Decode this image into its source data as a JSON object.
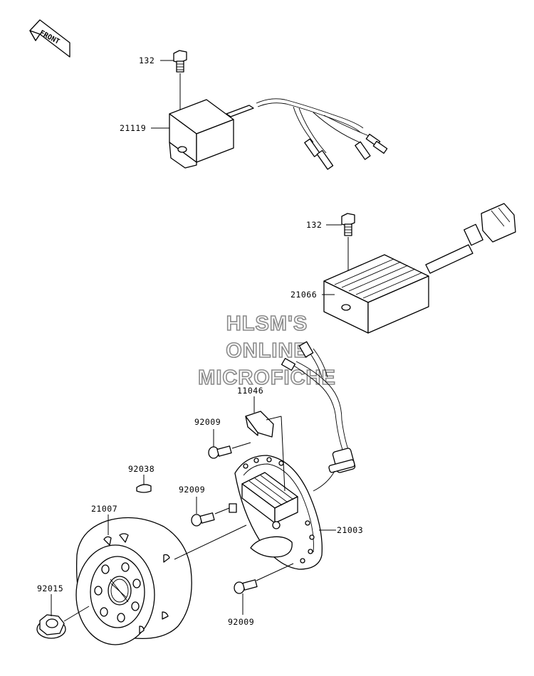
{
  "front_arrow": {
    "label": "FRONT",
    "icon": "front-direction-arrow-icon"
  },
  "watermark": {
    "line1": "HLSM'S",
    "line2": "ONLINE",
    "line3": "MICROFICHE"
  },
  "parts": {
    "bolt_top": "132",
    "cdi_unit": "21119",
    "bolt_regulator": "132",
    "regulator": "21066",
    "pickup_coil": "11046",
    "screw_a": "92009",
    "woodruff_key": "92038",
    "screw_b": "92009",
    "flywheel": "21007",
    "stator": "21003",
    "nut": "92015",
    "screw_c": "92009"
  }
}
